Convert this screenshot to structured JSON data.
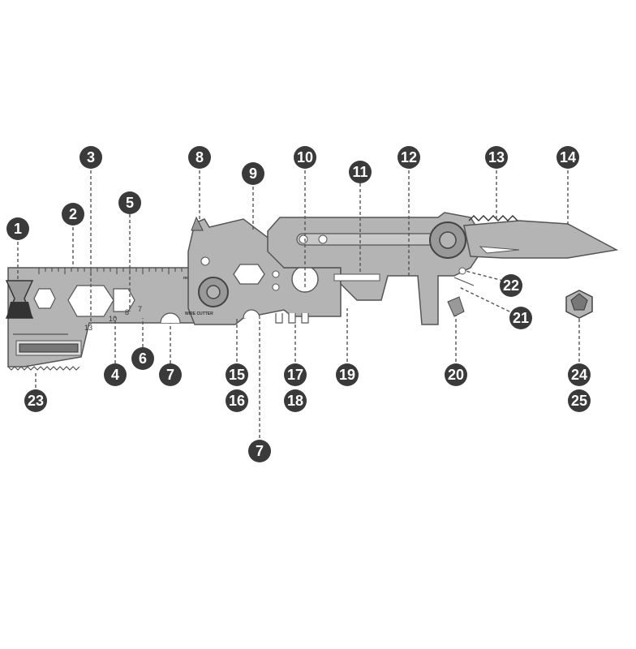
{
  "colors": {
    "badge": "#3a3a3a",
    "metal": "#b4b4b4",
    "metal_dark": "#8a8a8a",
    "outline": "#555555"
  },
  "tool_markings": {
    "ruler_unit": "mm",
    "wire_cutter": "WIRE CUTTER",
    "wrench_sizes": [
      "13",
      "10",
      "8",
      "7"
    ]
  },
  "callouts": [
    "1",
    "2",
    "3",
    "4",
    "5",
    "6",
    "7",
    "8",
    "9",
    "10",
    "11",
    "12",
    "13",
    "14",
    "15",
    "16",
    "17",
    "18",
    "19",
    "20",
    "21",
    "22",
    "23",
    "24",
    "25"
  ]
}
